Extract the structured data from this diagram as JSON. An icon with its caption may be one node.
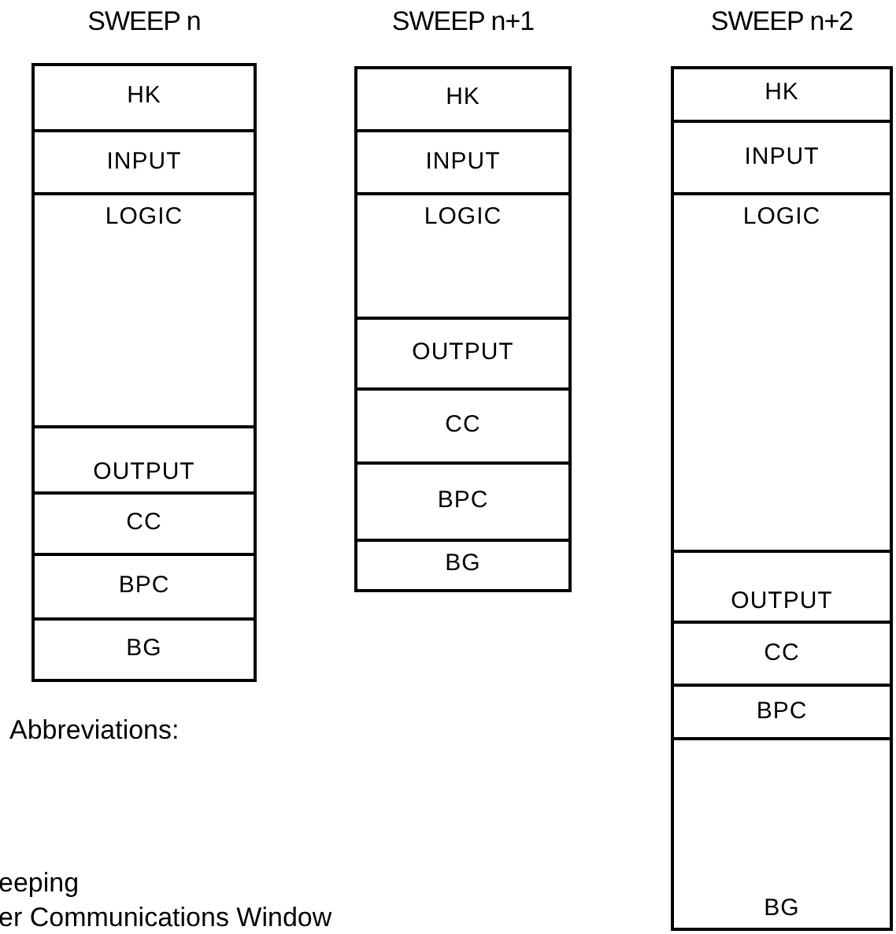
{
  "diagram": {
    "nodes": [
      {
        "text": [
          "SWEEP n"
        ]
      },
      {
        "text": [
          "HK"
        ],
        "in": 0
      },
      {
        "text": [
          "INPUT"
        ],
        "in": 0
      },
      {
        "text": [
          "LOGIC"
        ],
        "in": 0
      },
      {
        "text": [
          "OUTPUT"
        ],
        "in": 0
      },
      {
        "text": [
          "CC"
        ],
        "in": 0
      },
      {
        "text": [
          "BPC"
        ],
        "in": 0
      },
      {
        "text": [
          "BG"
        ],
        "in": 0
      },
      {
        "text": [
          "SWEEP n+1"
        ]
      },
      {
        "text": [
          "HK"
        ],
        "in": 8
      },
      {
        "text": [
          "INPUT"
        ],
        "in": 8
      },
      {
        "text": [
          "LOGIC"
        ],
        "in": 8
      },
      {
        "text": [
          "OUTPUT"
        ],
        "in": 8
      },
      {
        "text": [
          "CC"
        ],
        "in": 8
      },
      {
        "text": [
          "BPC"
        ],
        "in": 8
      },
      {
        "text": [
          "BG"
        ],
        "in": 8
      },
      {
        "text": [
          "SWEEP n+2"
        ]
      },
      {
        "text": [
          "HK"
        ],
        "in": 16
      },
      {
        "text": [
          "INPUT"
        ],
        "in": 16
      },
      {
        "text": [
          "LOGIC"
        ],
        "in": 16
      },
      {
        "text": [
          "OUTPUT"
        ],
        "in": 16
      },
      {
        "text": [
          "CC"
        ],
        "in": 16
      },
      {
        "text": [
          "BPC"
        ],
        "in": 16
      },
      {
        "text": [
          "BG"
        ],
        "in": 16
      }
    ],
    "labels": [
      "Abbreviations:",
      "eeping",
      "er Communications Window"
    ]
  }
}
